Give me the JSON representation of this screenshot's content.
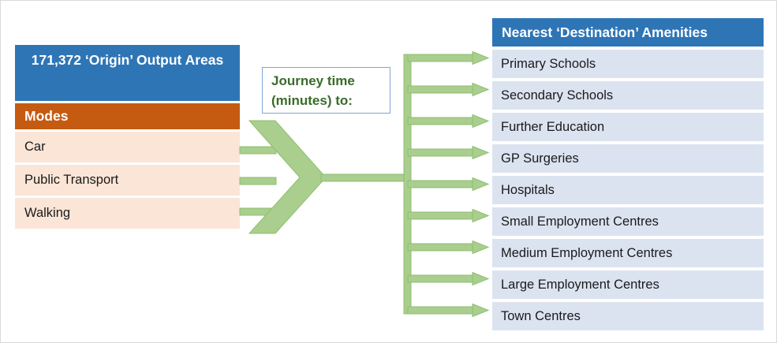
{
  "colors": {
    "blue_header": "#2E75B6",
    "orange_header": "#C55A11",
    "pink_row": "#FBE5D6",
    "light_blue_row": "#DCE3F0",
    "green_connector": "#A9CE8E",
    "green_text": "#3A6B28",
    "journey_border": "#7EA6D4"
  },
  "origin": {
    "title": "171,372 ‘Origin’ Output Areas",
    "modes_header": "Modes",
    "modes": [
      {
        "label": "Car"
      },
      {
        "label": "Public Transport"
      },
      {
        "label": "Walking"
      }
    ]
  },
  "journey": {
    "label": "Journey time (minutes) to:",
    "line1": "Journey time",
    "line2": "(minutes) to:"
  },
  "destination": {
    "title": "Nearest ‘Destination’ Amenities",
    "amenities": [
      {
        "label": "Primary Schools"
      },
      {
        "label": "Secondary Schools"
      },
      {
        "label": "Further Education"
      },
      {
        "label": "GP Surgeries"
      },
      {
        "label": "Hospitals"
      },
      {
        "label": "Small Employment Centres"
      },
      {
        "label": "Medium Employment Centres"
      },
      {
        "label": "Large Employment Centres"
      },
      {
        "label": "Town Centres"
      }
    ]
  }
}
